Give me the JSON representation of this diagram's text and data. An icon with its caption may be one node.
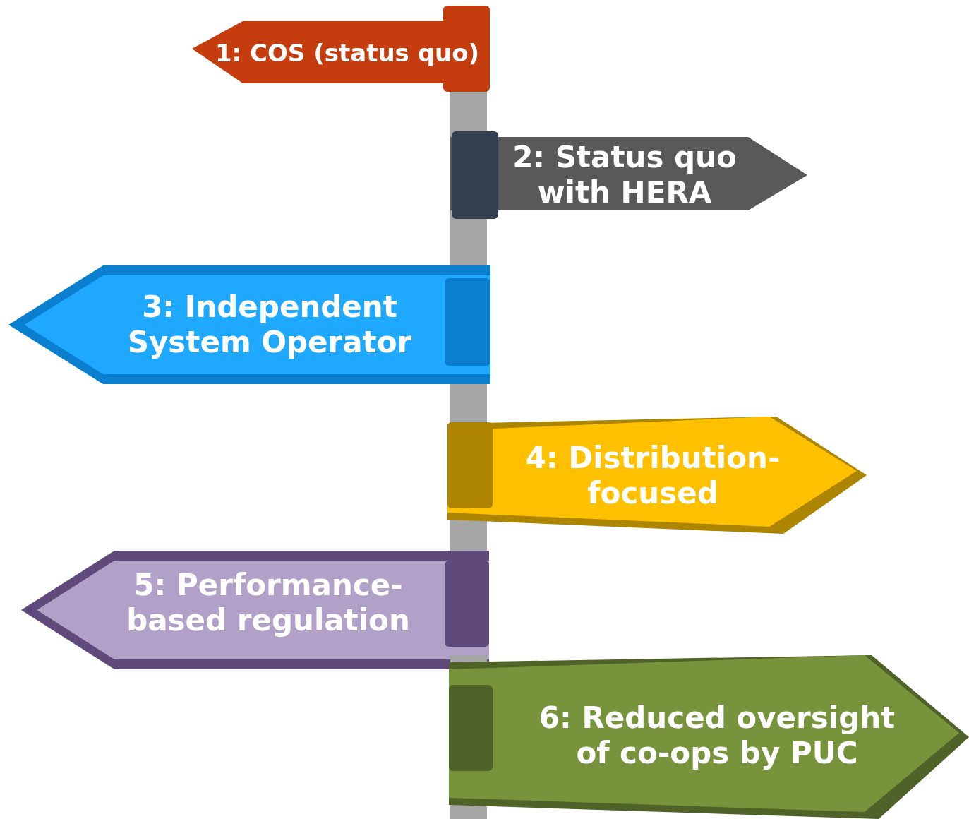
{
  "diagram": {
    "nodes": [
      {
        "text": [
          "1: COS (status quo)"
        ]
      },
      {
        "text": [
          "2: Status quo with HERA"
        ]
      },
      {
        "text": [
          "3: Independent System Operator"
        ]
      },
      {
        "text": [
          "4: Distribution-focused"
        ]
      },
      {
        "text": [
          "5: Performance-based regulation"
        ]
      },
      {
        "text": [
          "6: Reduced oversight of co-ops by PUC"
        ]
      }
    ]
  }
}
